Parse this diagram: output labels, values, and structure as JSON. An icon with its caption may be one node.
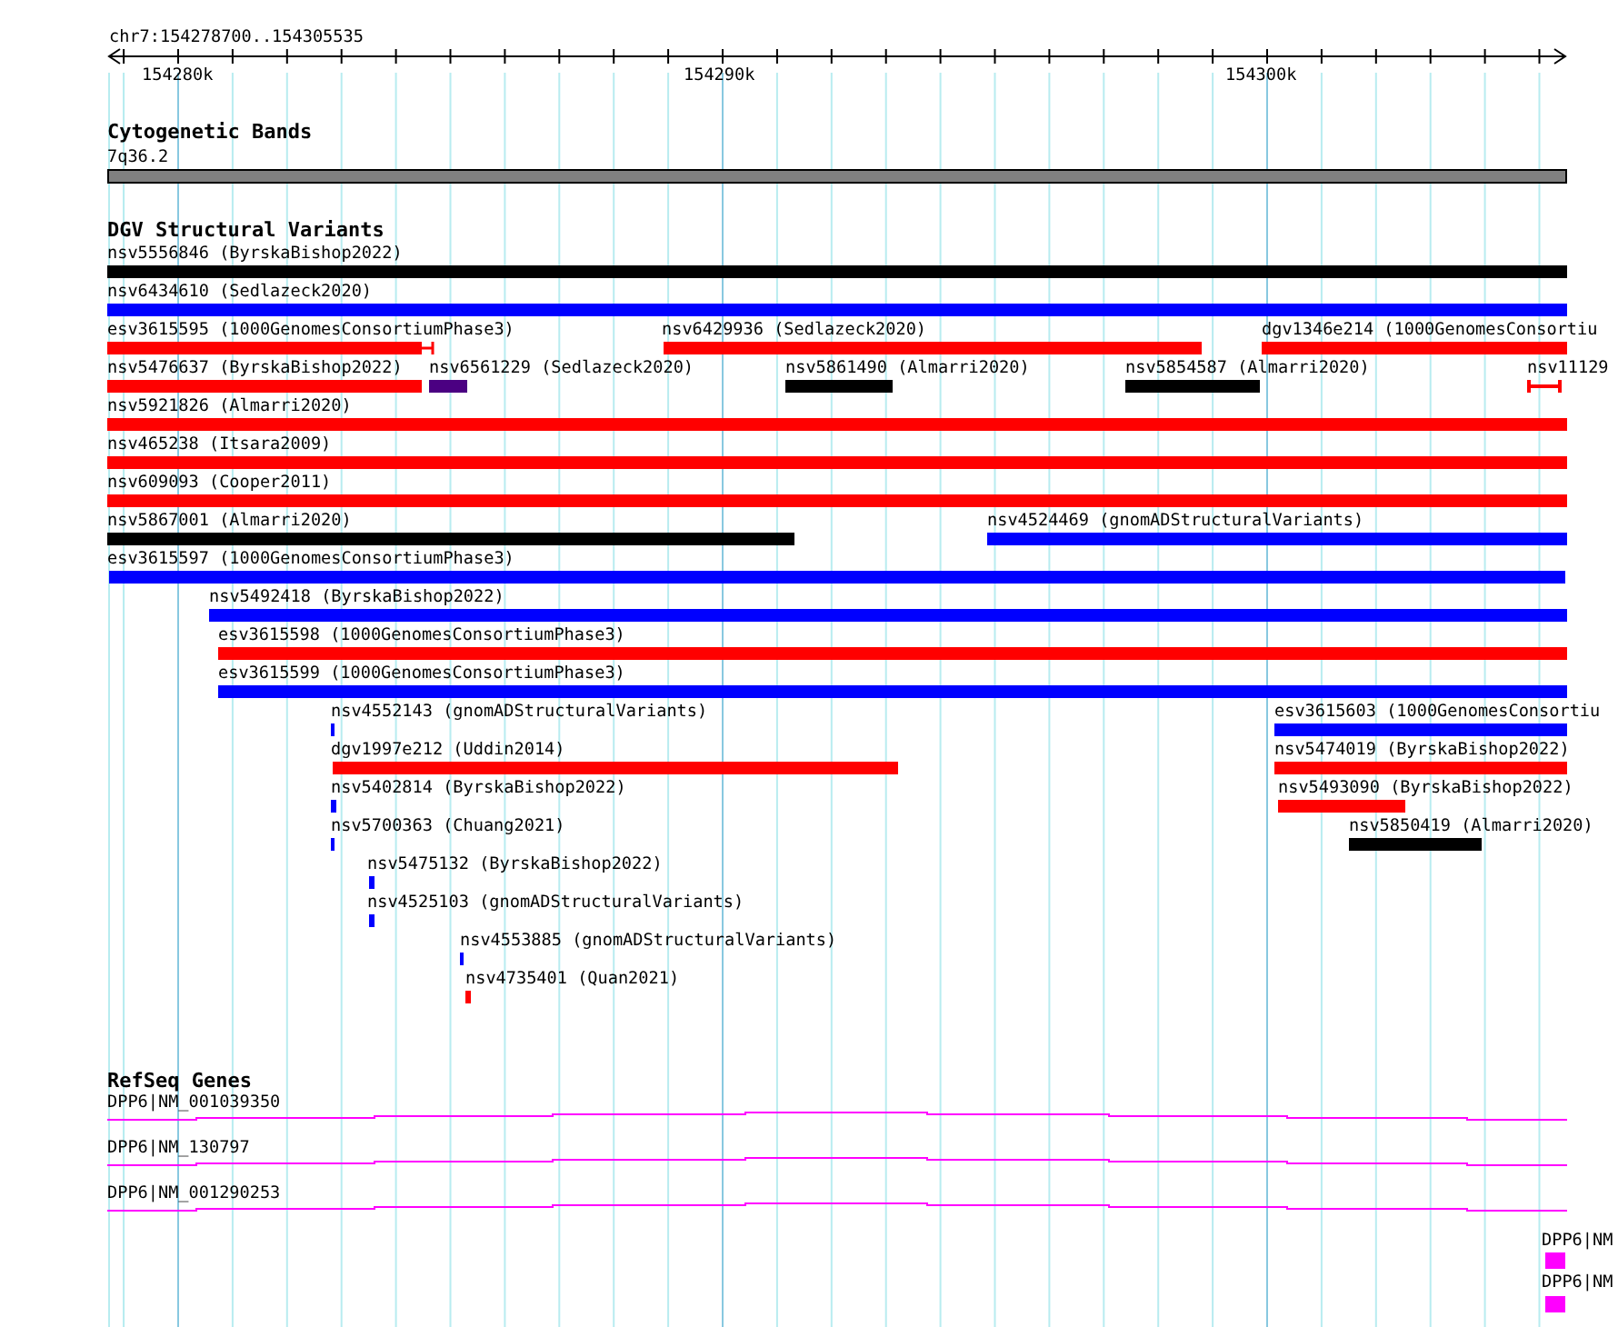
{
  "diagram": {
    "labels": [
      "chr7:154278700..154305535",
      "154280k",
      "154290k",
      "154300k",
      "Cytogenetic Bands",
      "7q36.2",
      "DGV Structural Variants",
      "nsv5556846 (ByrskaBishop2022)",
      "nsv6434610 (Sedlazeck2020)",
      "esv3615595 (1000GenomesConsortiumPhase3)",
      "nsv6429936 (Sedlazeck2020)",
      "dgv1346e214 (1000GenomesConsortiu",
      "nsv5476637 (ByrskaBishop2022)",
      "nsv6561229 (Sedlazeck2020)",
      "nsv5861490 (Almarri2020)",
      "nsv5854587 (Almarri2020)",
      "nsv11129",
      "nsv5921826 (Almarri2020)",
      "nsv465238 (Itsara2009)",
      "nsv609093 (Cooper2011)",
      "nsv5867001 (Almarri2020)",
      "nsv4524469 (gnomADStructuralVariants)",
      "esv3615597 (1000GenomesConsortiumPhase3)",
      "nsv5492418 (ByrskaBishop2022)",
      "esv3615598 (1000GenomesConsortiumPhase3)",
      "esv3615599 (1000GenomesConsortiumPhase3)",
      "nsv4552143 (gnomADStructuralVariants)",
      "esv3615603 (1000GenomesConsortiu",
      "dgv1997e212 (Uddin2014)",
      "nsv5474019 (ByrskaBishop2022)",
      "nsv5402814 (ByrskaBishop2022)",
      "nsv5493090 (ByrskaBishop2022)",
      "nsv5700363 (Chuang2021)",
      "nsv5850419 (Almarri2020)",
      "nsv5475132 (ByrskaBishop2022)",
      "nsv4525103 (gnomADStructuralVariants)",
      "nsv4553885 (gnomADStructuralVariants)",
      "nsv4735401 (Quan2021)",
      "RefSeq Genes",
      "DPP6|NM_001039350",
      "DPP6|NM_130797",
      "DPP6|NM_001290253",
      "DPP6|NM",
      "DPP6|NM"
    ]
  }
}
